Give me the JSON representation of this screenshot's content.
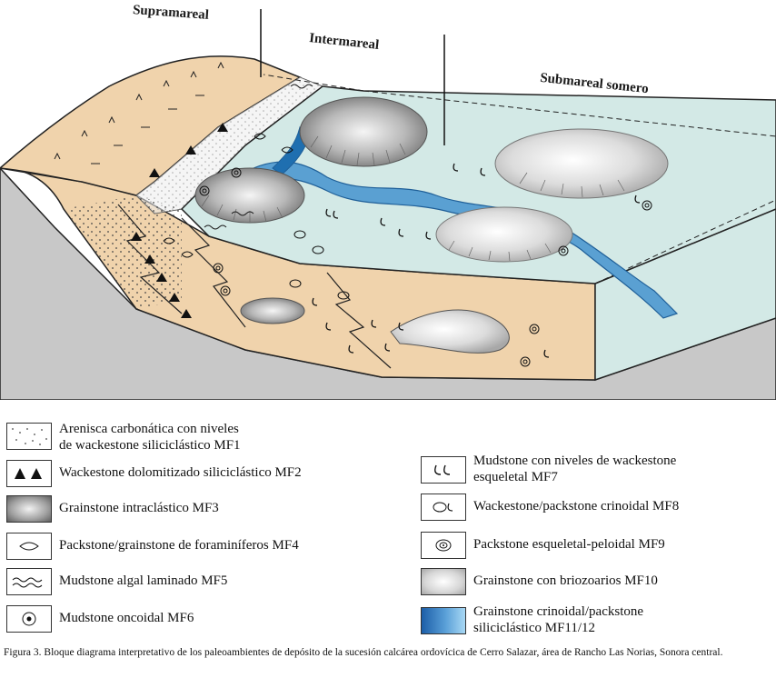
{
  "zones": {
    "supramareal": "Supramareal",
    "intermareal": "Intermareal",
    "submareal": "Submareal somero"
  },
  "legend": [
    {
      "id": "mf1",
      "lines": [
        "Arenisca carbonática con niveles",
        "de wackestone siliciclástico MF1"
      ],
      "symbol": "dots-icon"
    },
    {
      "id": "mf2",
      "lines": [
        "Wackestone dolomitizado siliciclástico MF2"
      ],
      "symbol": "triangles-icon"
    },
    {
      "id": "mf3",
      "lines": [
        "Grainstone  intraclástico MF3"
      ],
      "symbol": "dark-gradient-icon"
    },
    {
      "id": "mf4",
      "lines": [
        "Packstone/grainstone de foraminíferos MF4"
      ],
      "symbol": "lens-icon"
    },
    {
      "id": "mf5",
      "lines": [
        "Mudstone algal laminado MF5"
      ],
      "symbol": "wavy-lines-icon"
    },
    {
      "id": "mf6",
      "lines": [
        "Mudstone oncoidal MF6"
      ],
      "symbol": "oncoid-icon"
    },
    {
      "id": "mf7",
      "lines": [
        "Mudstone con niveles de wackestone",
        "esqueletal MF7"
      ],
      "symbol": "shell-icon"
    },
    {
      "id": "mf8",
      "lines": [
        "Wackestone/packstone crinoidal MF8"
      ],
      "symbol": "crinoid-icon"
    },
    {
      "id": "mf9",
      "lines": [
        "Packstone esqueletal-peloidal MF9"
      ],
      "symbol": "peloid-icon"
    },
    {
      "id": "mf10",
      "lines": [
        "Grainstone con briozoarios MF10"
      ],
      "symbol": "light-gradient-icon"
    },
    {
      "id": "mf11",
      "lines": [
        "Grainstone crinoidal/packstone",
        "siliciclástico MF11/12"
      ],
      "symbol": "blue-gradient-icon"
    }
  ],
  "caption": "Figura 3. Bloque diagrama interpretativo de los paleoambientes de depósito de la sucesión calcárea ordovícica de Cerro Salazar, área de Rancho Las Norias, Sonora central.",
  "colors": {
    "land": "#f0d3ac",
    "lagoon": "#d3e9e6",
    "base": "#c9c9c9",
    "channel": "#5aa0d2",
    "channel_dark": "#1f6fb0"
  }
}
